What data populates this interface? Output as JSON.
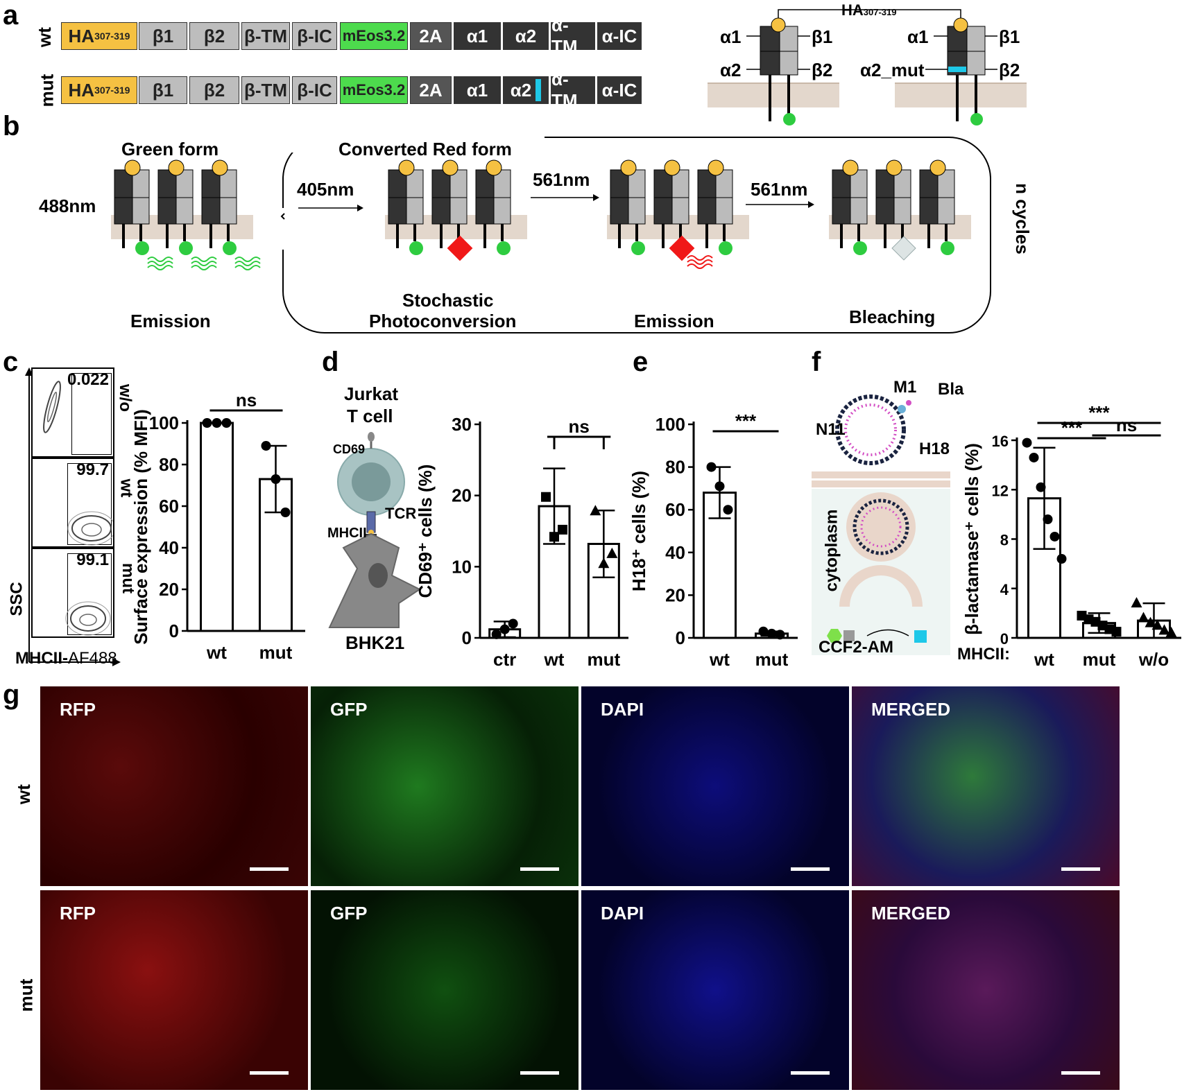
{
  "panels": {
    "a": "a",
    "b": "b",
    "c": "c",
    "d": "d",
    "e": "e",
    "f": "f",
    "g": "g"
  },
  "a": {
    "rows": [
      {
        "label": "wt",
        "segments": [
          "HA",
          "β1",
          "β2",
          "β-TM",
          "β-IC",
          "mEos3.2",
          "2A",
          "α1",
          "α2",
          "α-TM",
          "α-IC"
        ],
        "ha_sub": "307-319"
      },
      {
        "label": "mut",
        "segments": [
          "HA",
          "β1",
          "β2",
          "β-TM",
          "β-IC",
          "mEos3.2",
          "2A",
          "α1",
          "α2",
          "α-TM",
          "α-IC"
        ],
        "ha_sub": "307-319"
      }
    ],
    "schematic": {
      "ha_label": "HA",
      "ha_sub": "307-319",
      "left": {
        "a1": "α1",
        "a2": "α2",
        "b1": "β1",
        "b2": "β2"
      },
      "right": {
        "a1": "α1",
        "a2": "α2_mut",
        "b1": "β1",
        "b2": "β2"
      }
    }
  },
  "b": {
    "green_form": "Green form",
    "converted": "Converted Red form",
    "l488": "488nm",
    "l405": "405nm",
    "l561a": "561nm",
    "l561b": "561nm",
    "emission1": "Emission",
    "stochastic": "Stochastic",
    "photoconversion": "Photoconversion",
    "emission2": "Emission",
    "bleaching": "Bleaching",
    "ncycles": "n cycles"
  },
  "c": {
    "flow": [
      {
        "label": "w/o",
        "value": "0.022"
      },
      {
        "label": "wt",
        "value": "99.7"
      },
      {
        "label": "mut",
        "value": "99.1"
      }
    ],
    "ssc": "SSC",
    "xlabel_bold": "MHCII-",
    "xlabel_rest": "AF488",
    "chart_data": {
      "type": "bar",
      "categories": [
        "wt",
        "mut"
      ],
      "values": [
        100,
        73
      ],
      "errors": [
        0,
        16
      ],
      "points": [
        [
          100,
          100,
          100
        ],
        [
          89,
          73,
          57
        ]
      ],
      "ylabel": "Surface expression (% MFI)",
      "ylim": [
        0,
        100
      ],
      "yticks": [
        0,
        20,
        40,
        60,
        80,
        100
      ],
      "significance": [
        {
          "from": 0,
          "to": 1,
          "text": "ns"
        }
      ]
    }
  },
  "d": {
    "jurkat": "Jurkat",
    "tcell": "T cell",
    "cd69": "CD69",
    "tcr": "TCR",
    "mhcii": "MHCII",
    "bhk": "BHK21",
    "chart_data": {
      "type": "bar",
      "categories": [
        "ctr",
        "wt",
        "mut"
      ],
      "values": [
        1.2,
        18.5,
        13.2
      ],
      "errors": [
        1.1,
        5.3,
        4.7
      ],
      "points": [
        [
          0.5,
          1.2,
          2
        ],
        [
          19.8,
          14.2,
          15.2
        ],
        [
          17.8,
          10.4,
          11.8
        ]
      ],
      "ylabel": "CD69⁺ cells (%)",
      "ylim": [
        0,
        30
      ],
      "yticks": [
        0,
        10,
        20,
        30
      ],
      "significance": [
        {
          "from": 1,
          "to": 2,
          "text": "ns"
        }
      ]
    }
  },
  "e": {
    "chart_data": {
      "type": "bar",
      "categories": [
        "wt",
        "mut"
      ],
      "values": [
        68,
        2
      ],
      "errors": [
        12,
        1
      ],
      "points": [
        [
          80,
          71,
          60
        ],
        [
          3,
          2,
          1.5
        ]
      ],
      "ylabel": "H18⁺ cells (%)",
      "ylim": [
        0,
        100
      ],
      "yticks": [
        0,
        20,
        40,
        60,
        80,
        100
      ],
      "significance": [
        {
          "from": 0,
          "to": 1,
          "text": "***"
        }
      ]
    }
  },
  "f": {
    "m1": "M1",
    "bla": "Bla",
    "n11": "N11",
    "h18": "H18",
    "cytoplasm": "cytoplasm",
    "ccf2": "CCF2-AM",
    "mhcii": "MHCII:",
    "chart_data": {
      "type": "bar",
      "categories": [
        "wt",
        "mut",
        "w/o"
      ],
      "values": [
        11.3,
        1.2,
        1.4
      ],
      "errors": [
        4.1,
        0.8,
        1.4
      ],
      "points": [
        [
          15.8,
          14.6,
          12.2,
          9.6,
          8.2,
          6.4
        ],
        [
          1.8,
          1.5,
          1.3,
          1.0,
          0.7,
          0.5
        ],
        [
          2.8,
          1.6,
          1.2,
          1.0,
          0.6,
          0.4
        ]
      ],
      "ylabel": "β-lactamase⁺ cells (%)",
      "ylim": [
        0,
        16
      ],
      "yticks": [
        0,
        4,
        8,
        12,
        16
      ],
      "significance": [
        {
          "from": 0,
          "to": 1,
          "text": "***"
        },
        {
          "from": 0,
          "to": 2,
          "text": "***"
        },
        {
          "from": 1,
          "to": 2,
          "text": "ns"
        }
      ]
    }
  },
  "g": {
    "rows": [
      "wt",
      "mut"
    ],
    "channels": [
      "RFP",
      "GFP",
      "DAPI",
      "MERGED"
    ]
  }
}
